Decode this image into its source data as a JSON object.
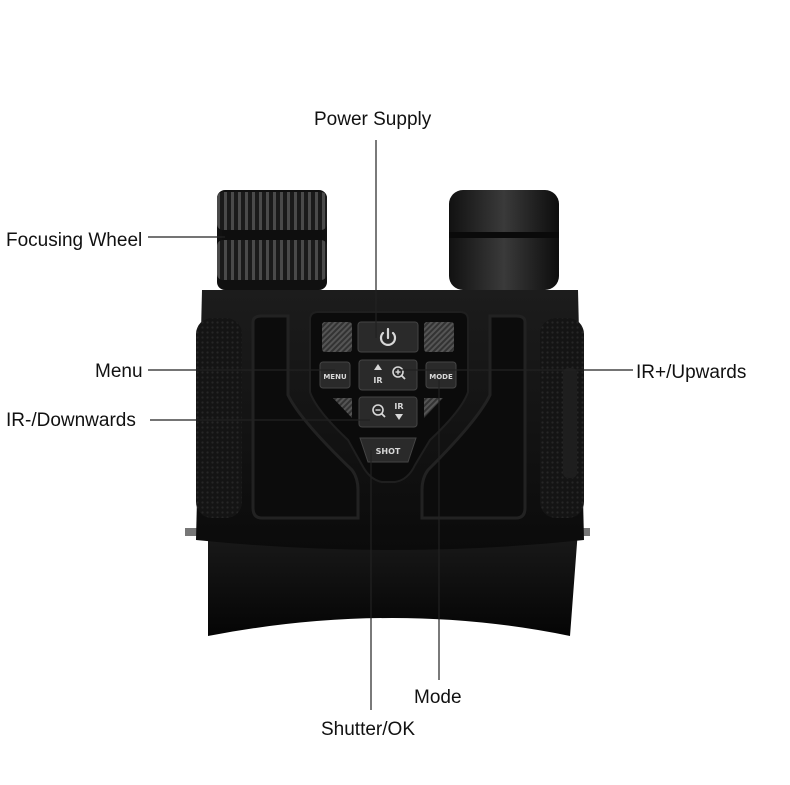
{
  "labels": {
    "power": "Power Supply",
    "focus": "Focusing Wheel",
    "menu": "Menu",
    "ir_down": "IR-/Downwards",
    "ir_up": "IR+/Upwards",
    "mode": "Mode",
    "shutter": "Shutter/OK"
  },
  "buttons": {
    "menu": "MENU",
    "mode": "MODE",
    "shot": "SHOT",
    "ir": "IR"
  },
  "icons": {
    "power": "power-icon",
    "zoom_in": "zoom-in-icon",
    "zoom_out": "zoom-out-icon",
    "up": "arrow-up-icon",
    "down": "arrow-down-icon"
  },
  "colors": {
    "body": "#151515",
    "panel": "#0c0c0c",
    "button": "#2a2a2a",
    "line": "#222222",
    "text": "#111111"
  }
}
